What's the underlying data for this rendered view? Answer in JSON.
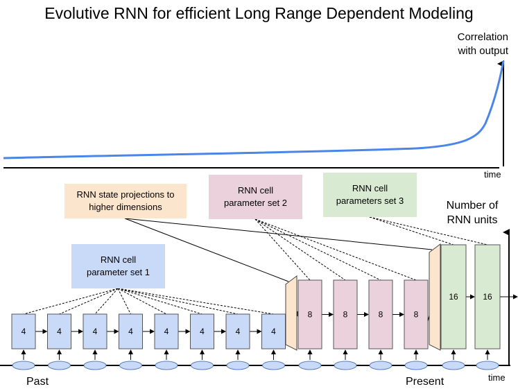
{
  "title": "Evolutive RNN for efficient Long Range Dependent Modeling",
  "correlation_label_line1": "Correlation",
  "correlation_label_line2": "with output",
  "time_label_top": "time",
  "time_label_bottom": "time",
  "units_label_line1": "Number of",
  "units_label_line2": "RNN units",
  "past_label": "Past",
  "present_label": "Present",
  "boxes": {
    "set1": {
      "line1": "RNN cell",
      "line2": "parameter set 1",
      "color": "#c9daf8"
    },
    "projections": {
      "line1": "RNN state projections to",
      "line2": "higher dimensions",
      "color": "#fce5cd"
    },
    "set2": {
      "line1": "RNN cell",
      "line2": "parameter set 2",
      "color": "#ead1dc"
    },
    "set3": {
      "line1": "RNN cell",
      "line2": "parameters set 3",
      "color": "#d9ead3"
    }
  },
  "cells": {
    "group1": {
      "count": 8,
      "units": "4",
      "fill": "#c9daf8"
    },
    "group2": {
      "count": 4,
      "units": "8",
      "fill": "#ead1dc"
    },
    "group3": {
      "count": 2,
      "units": "16",
      "fill": "#d9ead3"
    }
  },
  "colors": {
    "correlation_curve": "#4a86e8",
    "input_node": "#c9daf8",
    "projection": "#fce5cd"
  }
}
